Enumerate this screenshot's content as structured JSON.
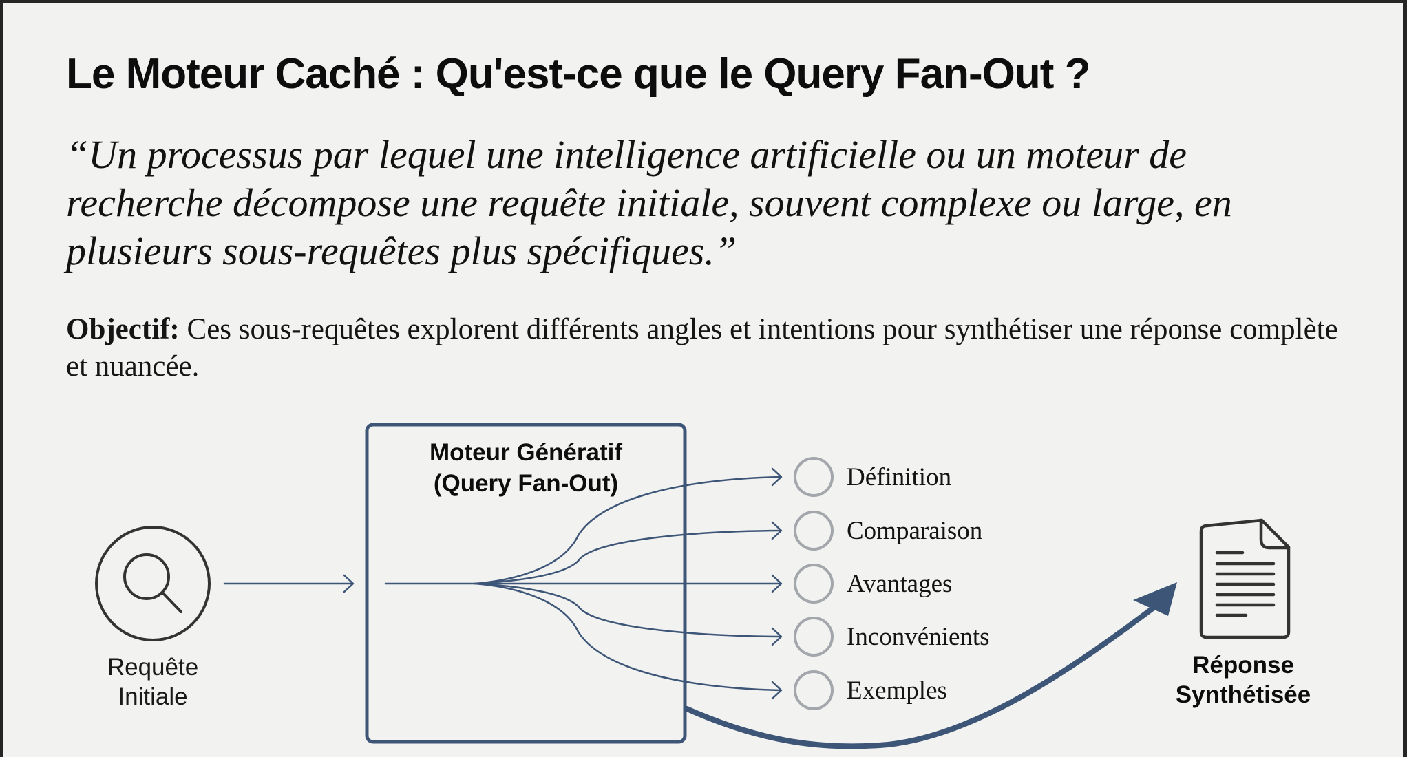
{
  "slide": {
    "title": "Le Moteur Caché : Qu'est-ce que le Query Fan-Out ?",
    "quote": "“Un processus par lequel une intelligence artificielle ou un moteur de recherche décompose une requête initiale, souvent complexe ou large, en plusieurs sous-requêtes plus spécifiques.”",
    "objective_label": "Objectif:",
    "objective_text": " Ces sous-requêtes explorent différents angles et intentions pour synthétiser une réponse complète et nuancée."
  },
  "diagram": {
    "input": {
      "icon": "search-icon",
      "label_line1": "Requête",
      "label_line2": "Initiale"
    },
    "engine": {
      "title_line1": "Moteur Génératif",
      "title_line2": "(Query Fan-Out)"
    },
    "sub_queries": [
      {
        "label": "Définition"
      },
      {
        "label": "Comparaison"
      },
      {
        "label": "Avantages"
      },
      {
        "label": "Inconvénients"
      },
      {
        "label": "Exemples"
      }
    ],
    "output": {
      "icon": "document-icon",
      "label_line1": "Réponse",
      "label_line2": "Synthétisée"
    },
    "colors": {
      "accent": "#3d5577",
      "node_ring": "#a3a7ac",
      "icon_stroke": "#333333",
      "background": "#f2f2f0"
    }
  }
}
